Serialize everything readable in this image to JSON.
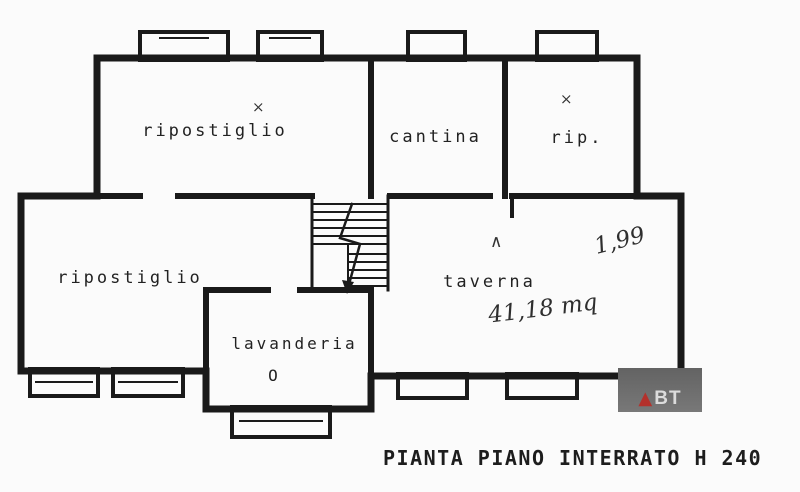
{
  "page": {
    "title": "PIANTA PIANO INTERRATO H 240"
  },
  "rooms": [
    {
      "id": "ripostiglio-top",
      "label": "ripostiglio"
    },
    {
      "id": "cantina",
      "label": "cantina"
    },
    {
      "id": "rip",
      "label": "rip."
    },
    {
      "id": "ripostiglio-bottom",
      "label": "ripostiglio"
    },
    {
      "id": "taverna",
      "label": "taverna"
    },
    {
      "id": "lavanderia",
      "label": "lavanderia"
    }
  ],
  "symbols": {
    "drain": "O",
    "mark_top_left": "×",
    "mark_rip": "×",
    "mark_taverna": "∧"
  },
  "annotations": {
    "note_1": "1,99",
    "note_2": "41,18 mq"
  },
  "logo": {
    "triangle": "▲",
    "text": "BT"
  },
  "colors": {
    "ink": "#1a1a1a",
    "paper": "#fbfbfb",
    "logo_bg": "#6d6d6d",
    "logo_red": "#b3312c",
    "logo_text": "#dcdcdc"
  }
}
